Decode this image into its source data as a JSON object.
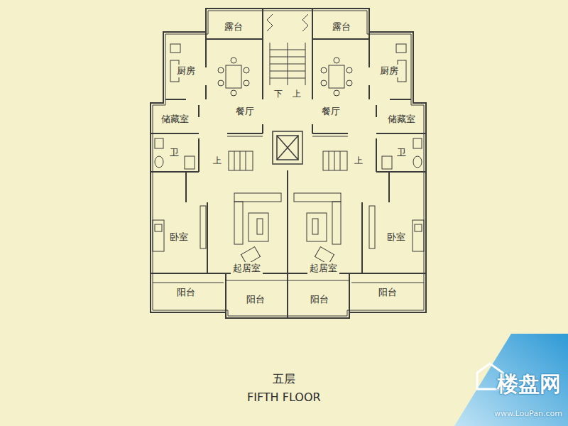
{
  "diagram": {
    "title": "五层",
    "caption": "FIFTH FLOOR",
    "nodes": [
      {
        "text": [
          "露台"
        ]
      },
      {
        "text": [
          "露台"
        ]
      },
      {
        "text": [
          "厨房"
        ]
      },
      {
        "text": [
          "餐厅"
        ]
      },
      {
        "text": [
          "餐厅"
        ]
      },
      {
        "text": [
          "厨房"
        ]
      },
      {
        "text": [
          "储藏室"
        ]
      },
      {
        "text": [
          "储藏室"
        ]
      },
      {
        "text": [
          "卫"
        ]
      },
      {
        "text": [
          "卫"
        ]
      },
      {
        "text": [
          "卧室"
        ]
      },
      {
        "text": [
          "起居室"
        ]
      },
      {
        "text": [
          "起居室"
        ]
      },
      {
        "text": [
          "卧室"
        ]
      },
      {
        "text": [
          "阳台"
        ]
      },
      {
        "text": [
          "阳台"
        ]
      },
      {
        "text": [
          "阳台"
        ]
      },
      {
        "text": [
          "阳台"
        ]
      }
    ],
    "labels": [
      "下",
      "上",
      "上",
      "上",
      "楼盘网",
      "www.LouPan.com"
    ]
  }
}
